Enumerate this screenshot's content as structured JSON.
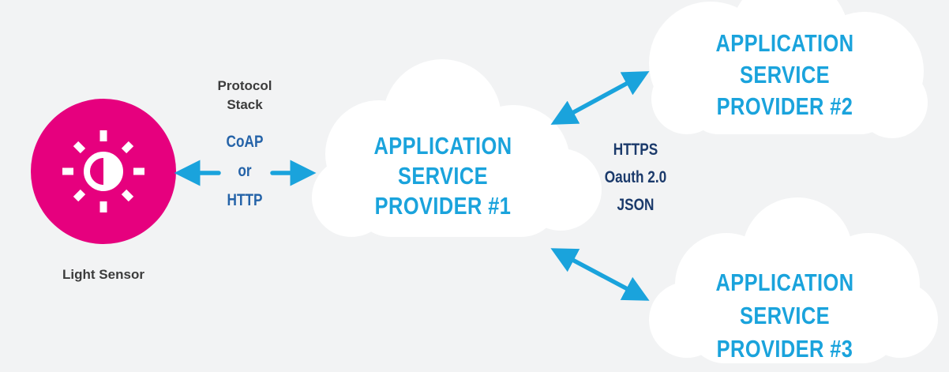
{
  "colors": {
    "sensor": "#e6007e",
    "accent": "#1aa3dc",
    "protocol_text": "#2563a8",
    "dark_text": "#1b3a6b",
    "cloud": "#ffffff",
    "background": "#f2f3f4"
  },
  "sensor": {
    "icon": "brightness-icon",
    "label": "Light Sensor"
  },
  "protocol": {
    "heading": [
      "Protocol",
      "Stack"
    ],
    "lines": [
      "CoAP",
      "or",
      "HTTP"
    ]
  },
  "clouds": [
    {
      "lines": [
        "APPLICATION",
        "SERVICE",
        "PROVIDER #1"
      ]
    },
    {
      "lines": [
        "APPLICATION",
        "SERVICE",
        "PROVIDER #2"
      ]
    },
    {
      "lines": [
        "APPLICATION",
        "SERVICE",
        "PROVIDER #3"
      ]
    }
  ],
  "interconnect": {
    "lines": [
      "HTTPS",
      "Oauth 2.0",
      "JSON"
    ]
  }
}
